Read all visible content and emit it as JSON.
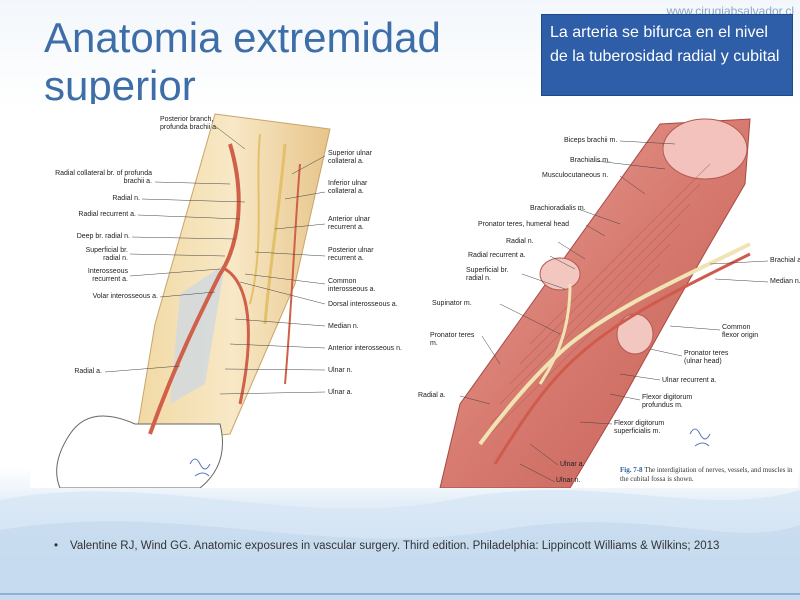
{
  "header": {
    "url": "www.cirugiabsalvador.cl",
    "title": "Anatomia extremidad superior",
    "callout": "La arteria se bifurca en el nivel de la tuberosidad radial y cubital"
  },
  "figure_left": {
    "labels": [
      "Posterior branch, profunda brachii a.",
      "Superior ulnar collateral a.",
      "Radial collateral br. of profunda brachii a.",
      "Inferior ulnar collateral a.",
      "Radial n.",
      "Radial recurrent a.",
      "Anterior ulnar recurrent a.",
      "Deep br. radial n.",
      "Superficial br. radial n.",
      "Posterior ulnar recurrent a.",
      "Interosseous recurrent a.",
      "Common interosseous a.",
      "Volar interosseous a.",
      "Dorsal interosseous a.",
      "Median n.",
      "Anterior interosseous n.",
      "Radial a.",
      "Ulnar n.",
      "Ulnar a."
    ]
  },
  "figure_right": {
    "labels": [
      "Biceps brachii m.",
      "Brachialis m.",
      "Musculocutaneous n.",
      "Brachioradialis m.",
      "Pronator teres, humeral head",
      "Radial n.",
      "Radial recurrent a.",
      "Superficial br. radial n.",
      "Supinator m.",
      "Pronator teres m.",
      "Radial a.",
      "Brachial a.",
      "Median n.",
      "Common flexor origin",
      "Pronator teres (ulnar head)",
      "Ulnar recurrent a.",
      "Flexor digitorum profundus m.",
      "Flexor digitorum superficialis m.",
      "Ulnar a.",
      "Ulnar n."
    ],
    "caption_fig": "Fig. 7-8",
    "caption_text": "The interdigitation of nerves, vessels, and muscles in the cubital fossa is shown."
  },
  "reference": "Valentine RJ, Wind GG. Anatomic exposures in vascular surgery. Third edition. Philadelphia: Lippincott Williams & Wilkins; 2013"
}
